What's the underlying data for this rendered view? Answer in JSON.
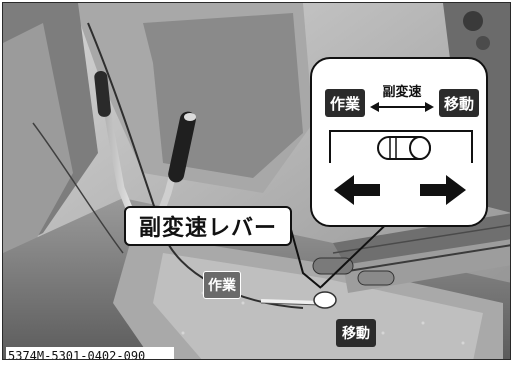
{
  "callout": {
    "left_tag": "作業",
    "right_tag": "移動",
    "middle_label": "副変速"
  },
  "lever_label": "副変速レバー",
  "scene_tags": {
    "work": "作業",
    "move": "移動"
  },
  "figure_code": "5374M-5301-0402-090",
  "colors": {
    "tag_dark": "#2b2b2b",
    "tag_light": "#6a6a6a",
    "background_machine": "#bdbdbd"
  }
}
